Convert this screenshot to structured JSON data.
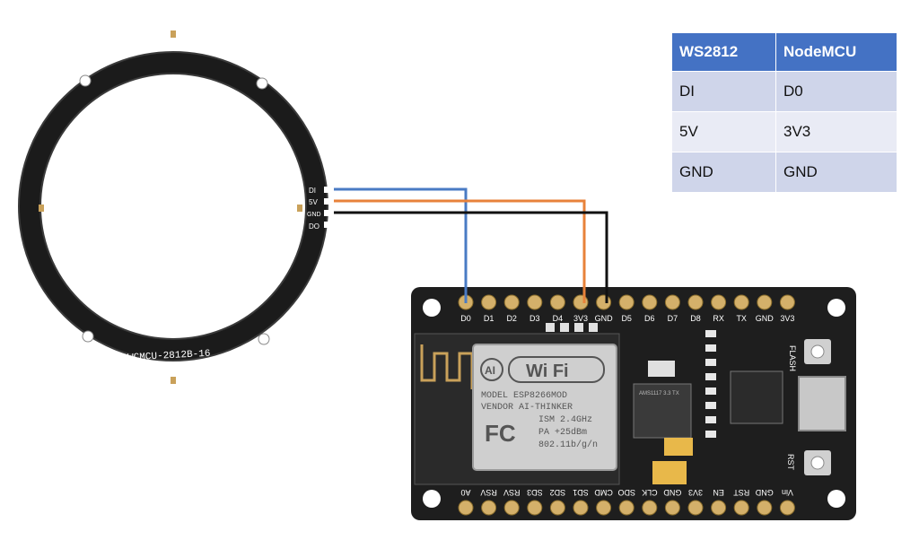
{
  "table": {
    "headers": [
      "WS2812",
      "NodeMCU"
    ],
    "rows": [
      [
        "DI",
        "D0"
      ],
      [
        "5V",
        "3V3"
      ],
      [
        "GND",
        "GND"
      ]
    ]
  },
  "ring": {
    "label": "WCMCU-2812B-16",
    "pins": [
      "DI",
      "5V",
      "GND",
      "DO"
    ]
  },
  "board": {
    "top_pins": [
      "D0",
      "D1",
      "D2",
      "D3",
      "D4",
      "3V3",
      "GND",
      "D5",
      "D6",
      "D7",
      "D8",
      "RX",
      "TX",
      "GND",
      "3V3"
    ],
    "bottom_pins": [
      "A0",
      "RSV",
      "RSV",
      "SD3",
      "SD2",
      "SD1",
      "CMD",
      "SDO",
      "CLK",
      "GND",
      "3V3",
      "EN",
      "RST",
      "GND",
      "Vin"
    ],
    "module_brand": "Wi Fi",
    "module_lines": [
      "MODEL   ESP8266MOD",
      "VENDOR  AI-THINKER",
      "ISM 2.4GHz",
      "PA  +25dBm",
      "802.11b/g/n"
    ],
    "flash_label": "FLASH",
    "rst_label": "RST",
    "chip_label": "AMS1117 3.3 TX"
  },
  "wires": {
    "di_color": "#4a7bc4",
    "vcc_color": "#e8823a",
    "gnd_color": "#111111"
  }
}
